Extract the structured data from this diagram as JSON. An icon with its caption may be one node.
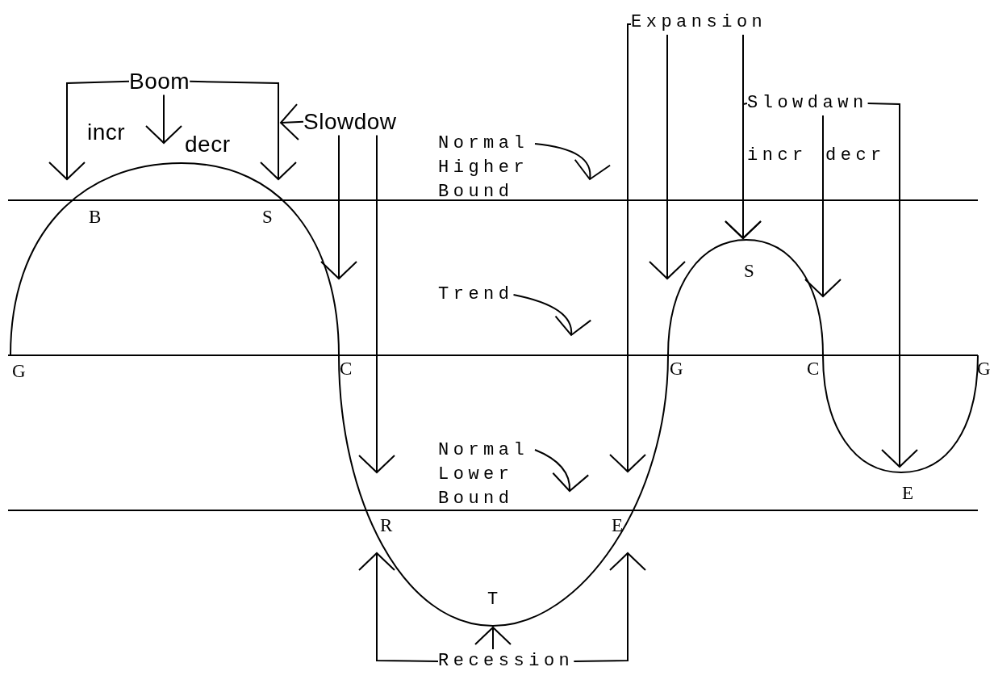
{
  "diagram": {
    "nodes": [
      {
        "text": [
          "Boom"
        ]
      },
      {
        "text": [
          "Slowdow"
        ]
      },
      {
        "text": [
          "Normal Higher Bound"
        ]
      },
      {
        "text": [
          "Trend"
        ]
      },
      {
        "text": [
          "Normal Lower Bound"
        ]
      },
      {
        "text": [
          "Expansion"
        ]
      },
      {
        "text": [
          "Slowdawn"
        ]
      },
      {
        "text": [
          "Recession"
        ]
      }
    ],
    "edges": [
      {
        "from": 0,
        "to": null,
        "arrow": "to"
      },
      {
        "from": 0,
        "to": null,
        "arrow": "to"
      },
      {
        "from": 0,
        "to": null,
        "arrow": "to"
      },
      {
        "from": 1,
        "to": null,
        "arrow": "to"
      },
      {
        "from": 1,
        "to": null,
        "arrow": "to"
      },
      {
        "from": 1,
        "to": null,
        "arrow": "to"
      },
      {
        "from": 2,
        "to": null,
        "arrow": "to"
      },
      {
        "from": 3,
        "to": null,
        "arrow": "to"
      },
      {
        "from": 4,
        "to": null,
        "arrow": "to"
      },
      {
        "from": 5,
        "to": null,
        "arrow": "to"
      },
      {
        "from": 5,
        "to": null,
        "arrow": "to"
      },
      {
        "from": 5,
        "to": null,
        "arrow": "to"
      },
      {
        "from": 6,
        "to": null,
        "arrow": "to"
      },
      {
        "from": 6,
        "to": null,
        "arrow": "to"
      },
      {
        "from": 6,
        "to": null,
        "arrow": "to"
      },
      {
        "from": 7,
        "to": null,
        "arrow": "to"
      },
      {
        "from": 7,
        "to": null,
        "arrow": "to"
      },
      {
        "from": 7,
        "to": null,
        "arrow": "to"
      }
    ],
    "labels": [
      "incr",
      "decr",
      "incr",
      "decr",
      "B",
      "S",
      "S",
      "G",
      "C",
      "G",
      "C",
      "G",
      "E",
      "R",
      "E",
      "T"
    ]
  }
}
